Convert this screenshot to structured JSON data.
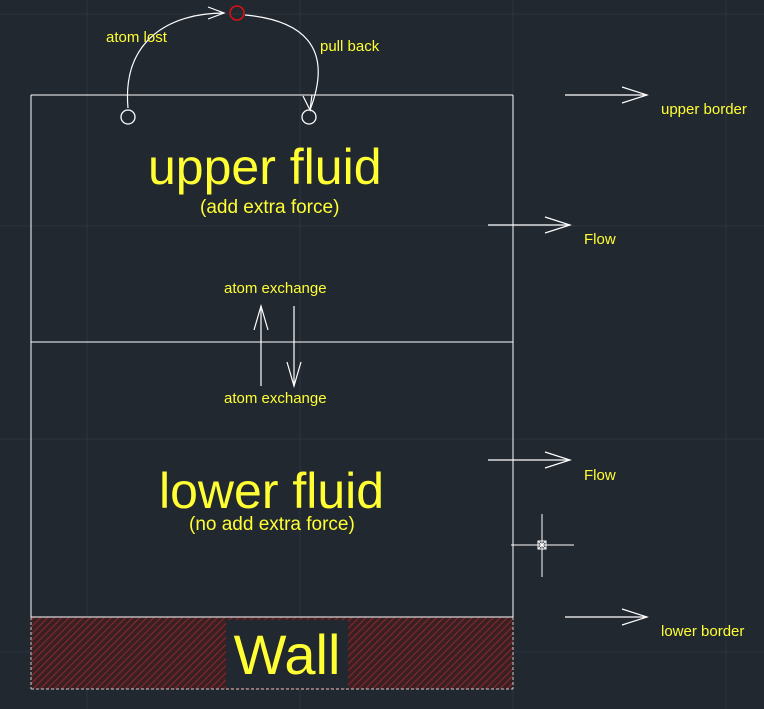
{
  "labels": {
    "atom_lost": "atom lost",
    "pull_back": "pull back",
    "upper_border": "upper border",
    "lower_border": "lower border",
    "flow_upper": "Flow",
    "flow_lower": "Flow",
    "exchange_top": "atom exchange",
    "exchange_bottom": "atom exchange",
    "upper_title": "upper fluid",
    "upper_sub": "(add extra force)",
    "lower_title": "lower fluid",
    "lower_sub": "(no add extra force)",
    "wall": "Wall"
  },
  "colors": {
    "background": "#212830",
    "grid": "#2c3440",
    "lines": "#ffffff",
    "text": "#ffff33",
    "wall_hatch": "#8a2a2a",
    "lost_atom": "#e01010"
  }
}
